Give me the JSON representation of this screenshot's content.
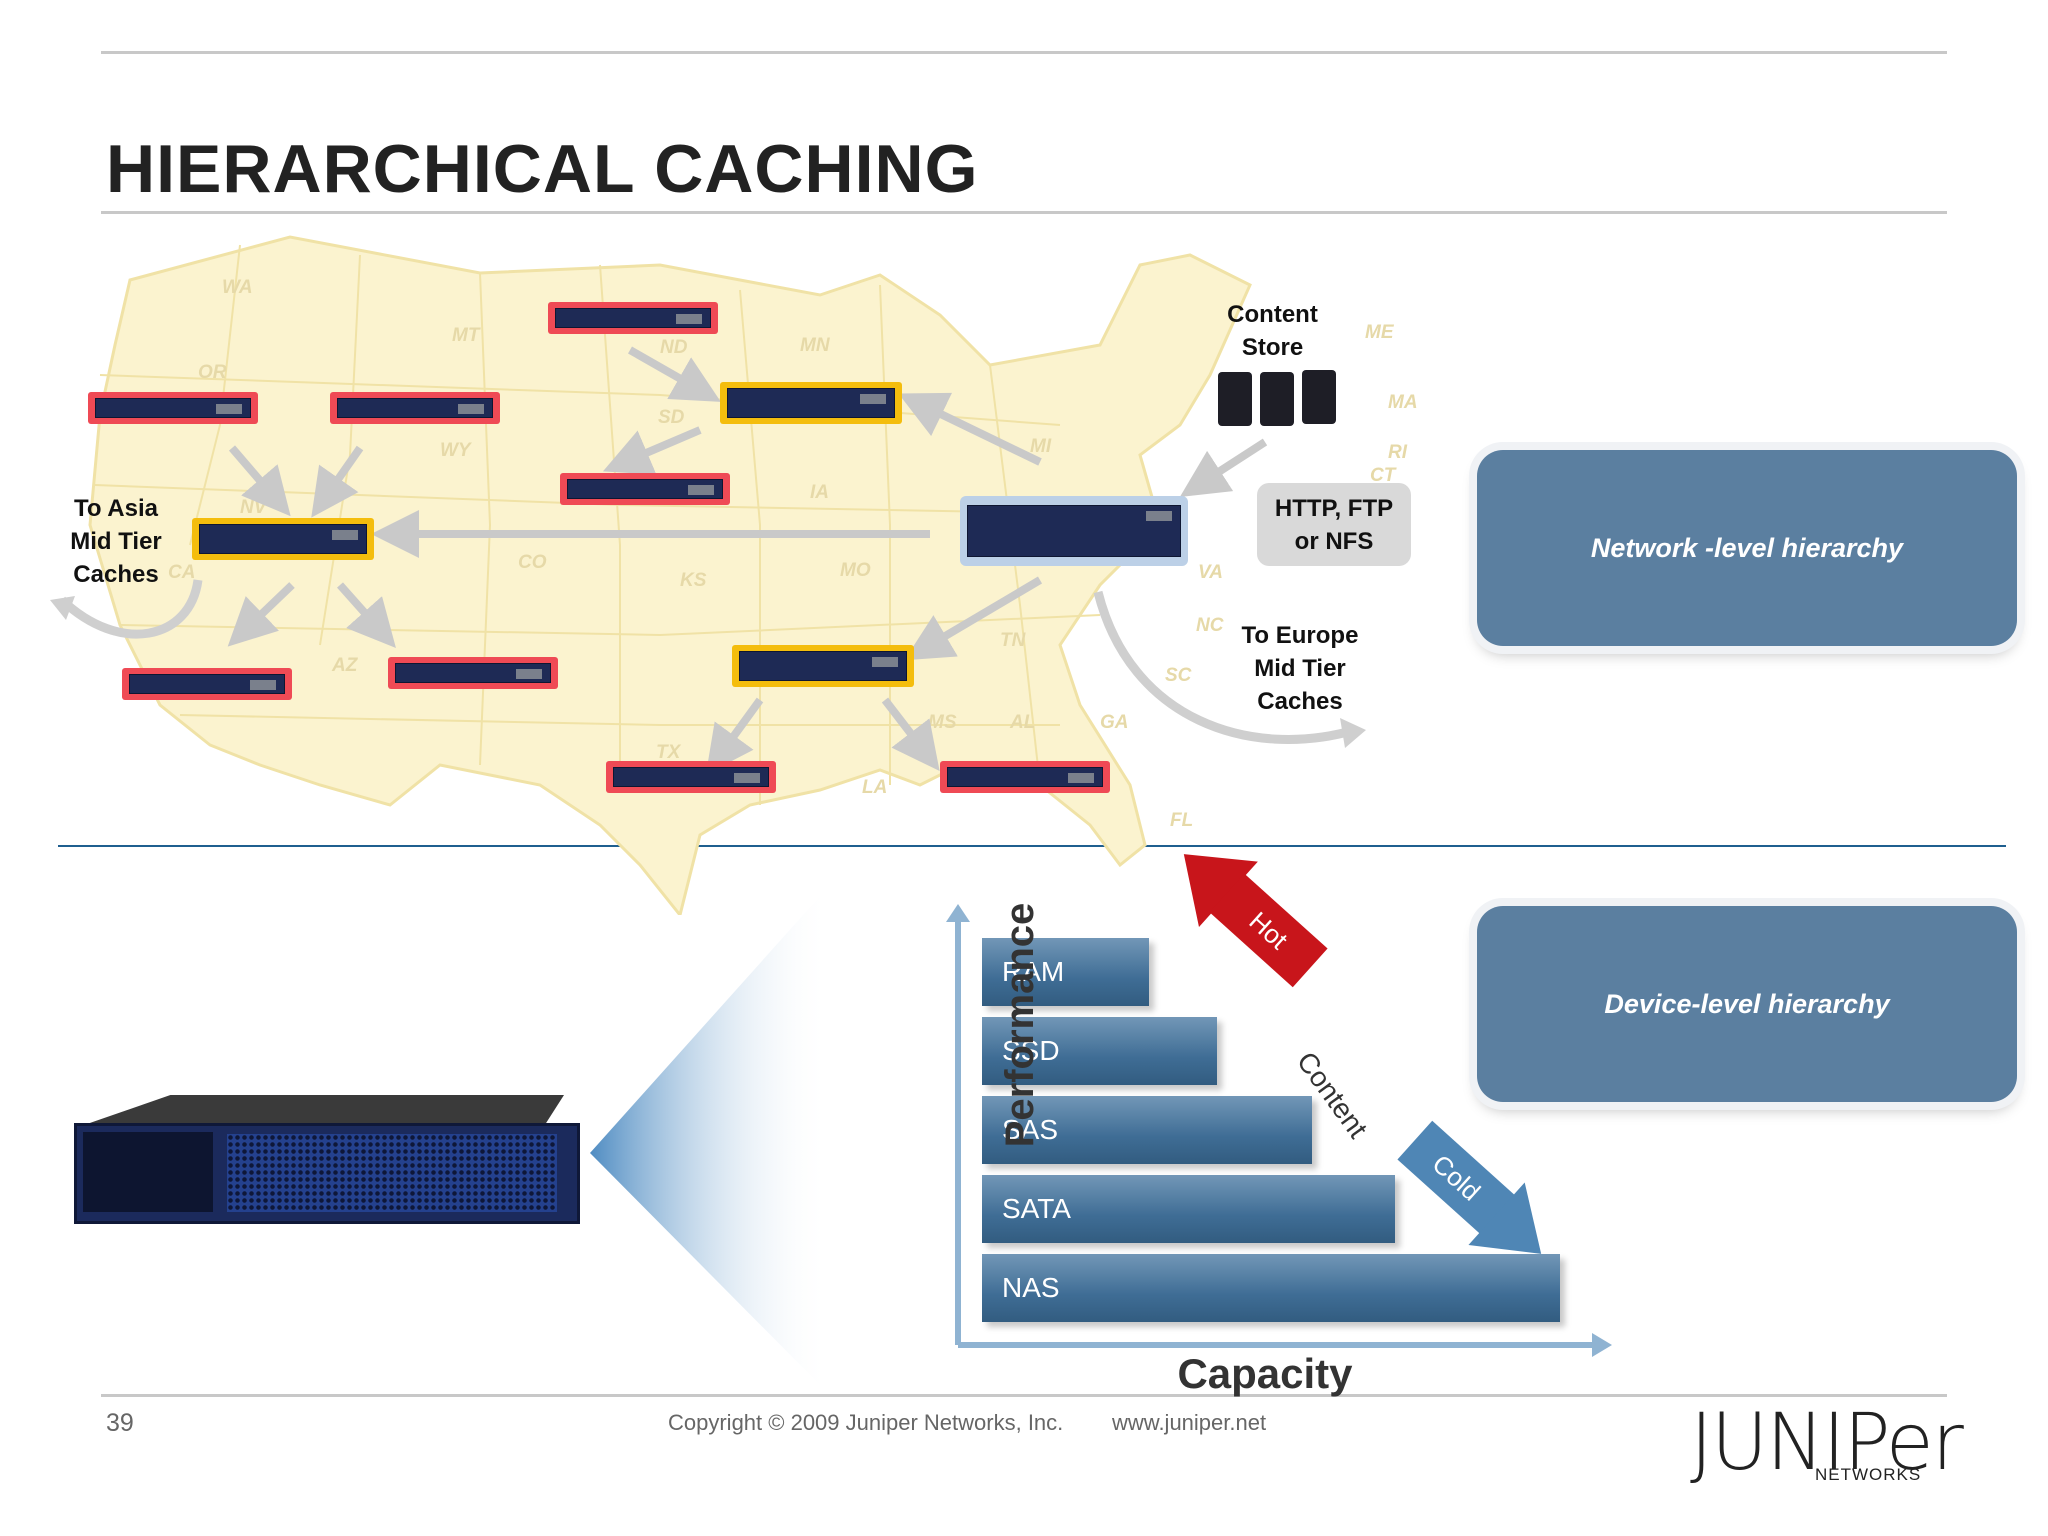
{
  "slide": {
    "title": "HIERARCHICAL CACHING",
    "page_number": "39",
    "copyright": "Copyright © 2009 Juniper Networks, Inc.",
    "url": "www.juniper.net"
  },
  "logo": {
    "word": "JUNIPer",
    "sub": "NETWORKS"
  },
  "map": {
    "content_store": [
      "Content",
      "Store"
    ],
    "protocols": [
      "HTTP, FTP",
      "or NFS"
    ],
    "asia": [
      "To Asia",
      "Mid Tier",
      "Caches"
    ],
    "europe": [
      "To Europe",
      "Mid Tier",
      "Caches"
    ],
    "states": [
      "WA",
      "OR",
      "MT",
      "ND",
      "MN",
      "SD",
      "WY",
      "NV",
      "CA",
      "AZ",
      "IA",
      "KS",
      "MO",
      "CO",
      "TX",
      "LA",
      "MS",
      "AL",
      "GA",
      "TN",
      "NC",
      "SC",
      "VA",
      "FL",
      "MI",
      "ME",
      "MA",
      "CT",
      "RI"
    ]
  },
  "boxes": {
    "network": "Network -level hierarchy",
    "device": "Device-level hierarchy"
  },
  "storage": {
    "y_axis": "Performance",
    "x_axis": "Capacity",
    "tiers": [
      "RAM",
      "SSD",
      "SAS",
      "SATA",
      "NAS"
    ],
    "hot": "Hot",
    "content": "Content",
    "cold": "Cold"
  },
  "colors": {
    "edge_cache": "#ef4a55",
    "mid_tier": "#f4bd0d",
    "origin": "#bcd0e7",
    "box": "#5b7fa0",
    "hot_arrow": "#c8151b",
    "cold_arrow": "#4f86b5"
  }
}
